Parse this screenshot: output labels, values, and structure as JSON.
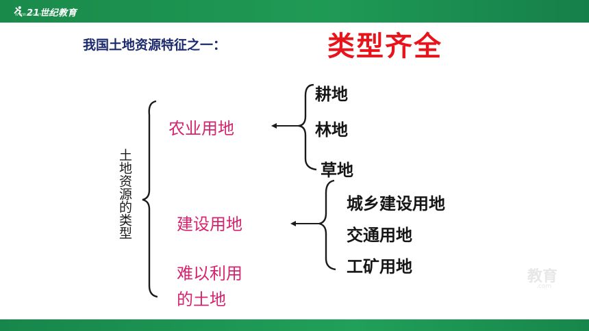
{
  "header": {
    "logo_text": "21世纪教育",
    "logo_subtext": "WWW.21CNJY.COM",
    "logo_icon": "runner-icon",
    "colors": {
      "band": "#1f9a55"
    }
  },
  "slide": {
    "subtitle": "我国土地资源特征之一：",
    "title": "类型齐全",
    "root_label": "土地资源的类型",
    "categories": [
      {
        "label": "农业用地",
        "items": [
          "耕地",
          "林地",
          "草地"
        ]
      },
      {
        "label": "建设用地",
        "items": [
          "城乡建设用地",
          "交通用地",
          "工矿用地"
        ]
      },
      {
        "label_line1": "难以利用",
        "label_line2": "的土地",
        "items": []
      }
    ],
    "colors": {
      "title": "#e8141b",
      "subtitle": "#1b2a6e",
      "category": "#d6236e",
      "item": "#151515"
    }
  },
  "watermark": {
    "text": "教育",
    "sub": ".com"
  }
}
